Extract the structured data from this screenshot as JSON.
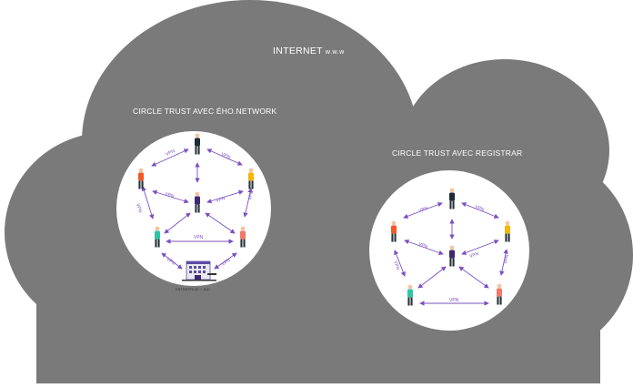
{
  "internet": {
    "title": "INTERNET",
    "suffix": "w.w.w"
  },
  "circle1": {
    "title": "CIRCLE TRUST AVEC ÉHO.NETWORK",
    "enterprise_caption": "ENTREPRISE + BDI"
  },
  "circle2": {
    "title": "CIRCLE TRUST AVEC REGISTRAR"
  },
  "vpn_label": "VPN",
  "colors": {
    "cloud": "#7a7a7a",
    "circle": "#ffffff",
    "arrow": "#7b4fc2",
    "text": "#ffffff"
  }
}
